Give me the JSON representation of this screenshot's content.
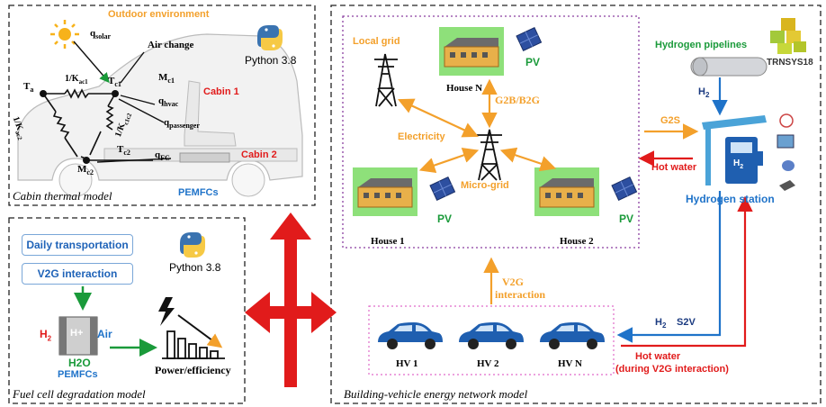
{
  "cabin": {
    "outdoor": "Outdoor environment",
    "q_solar": "q",
    "q_solar_sub": "solar",
    "air_change": "Air change",
    "ta": "T",
    "ta_sub": "a",
    "k_ac1": "1/K",
    "k_ac1_sub": "ac1",
    "tc1": "T",
    "tc1_sub": "c1",
    "mc1": "M",
    "mc1_sub": "c1",
    "cabin1": "Cabin 1",
    "q_hvac": "q",
    "q_hvac_sub": "hvac",
    "k_ac2": "1/K",
    "k_ac2_sub": "ac2",
    "k_c1c2": "1/K",
    "k_c1c2_sub": "c1c2",
    "q_passenger": "q",
    "q_passenger_sub": "passenger",
    "tc2": "T",
    "tc2_sub": "c2",
    "mc2": "M",
    "mc2_sub": "c2",
    "q_fc": "q",
    "q_fc_sub": "FC",
    "cabin2": "Cabin 2",
    "pemfcs": "PEMFCs",
    "python": "Python 3.8",
    "title": "Cabin thermal model"
  },
  "fuelcell": {
    "daily": "Daily transportation",
    "v2g": "V2G interaction",
    "python": "Python 3.8",
    "h2": "H",
    "h2_sub": "2",
    "hplus": "H+",
    "air": "Air",
    "h2o": "H2O",
    "pemfcs": "PEMFCs",
    "power": "Power/efficiency",
    "title": "Fuel cell degradation model"
  },
  "network": {
    "local_grid": "Local grid",
    "house_n": "House N",
    "pv": "PV",
    "g2b": "G2B/B2G",
    "electricity": "Electricity",
    "microgrid": "Micro-grid",
    "house1": "House 1",
    "house2": "House 2",
    "v2g": "V2G",
    "interaction": "interaction",
    "hv1": "HV 1",
    "hv2": "HV 2",
    "hvn": "HV N",
    "title": "Building-vehicle energy network model"
  },
  "station": {
    "pipelines": "Hydrogen pipelines",
    "trnsys": "TRNSYS18",
    "h2": "H",
    "h2_sub": "2",
    "g2s": "G2S",
    "hot_water": "Hot water",
    "label": "Hydrogen station",
    "s2v": "S2V",
    "hot_water2": "Hot water",
    "during": "(during V2G interaction)"
  },
  "colors": {
    "orange": "#f3a02b",
    "red": "#e11b1b",
    "blue": "#1f73c9",
    "green": "#1a9a3a",
    "purple": "#8a3fa0",
    "house_bg": "#8ee07a"
  }
}
